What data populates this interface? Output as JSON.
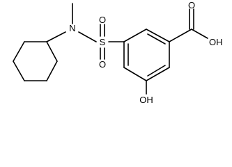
{
  "molecule": {
    "atom_labels": {
      "nitrogen": "N",
      "sulfur": "S",
      "sulfonyl_oxygen_top": "O",
      "sulfonyl_oxygen_bottom": "O",
      "carboxyl_oxygen": "O",
      "carboxyl_hydroxyl": "OH",
      "phenol_hydroxyl": "OH"
    }
  }
}
